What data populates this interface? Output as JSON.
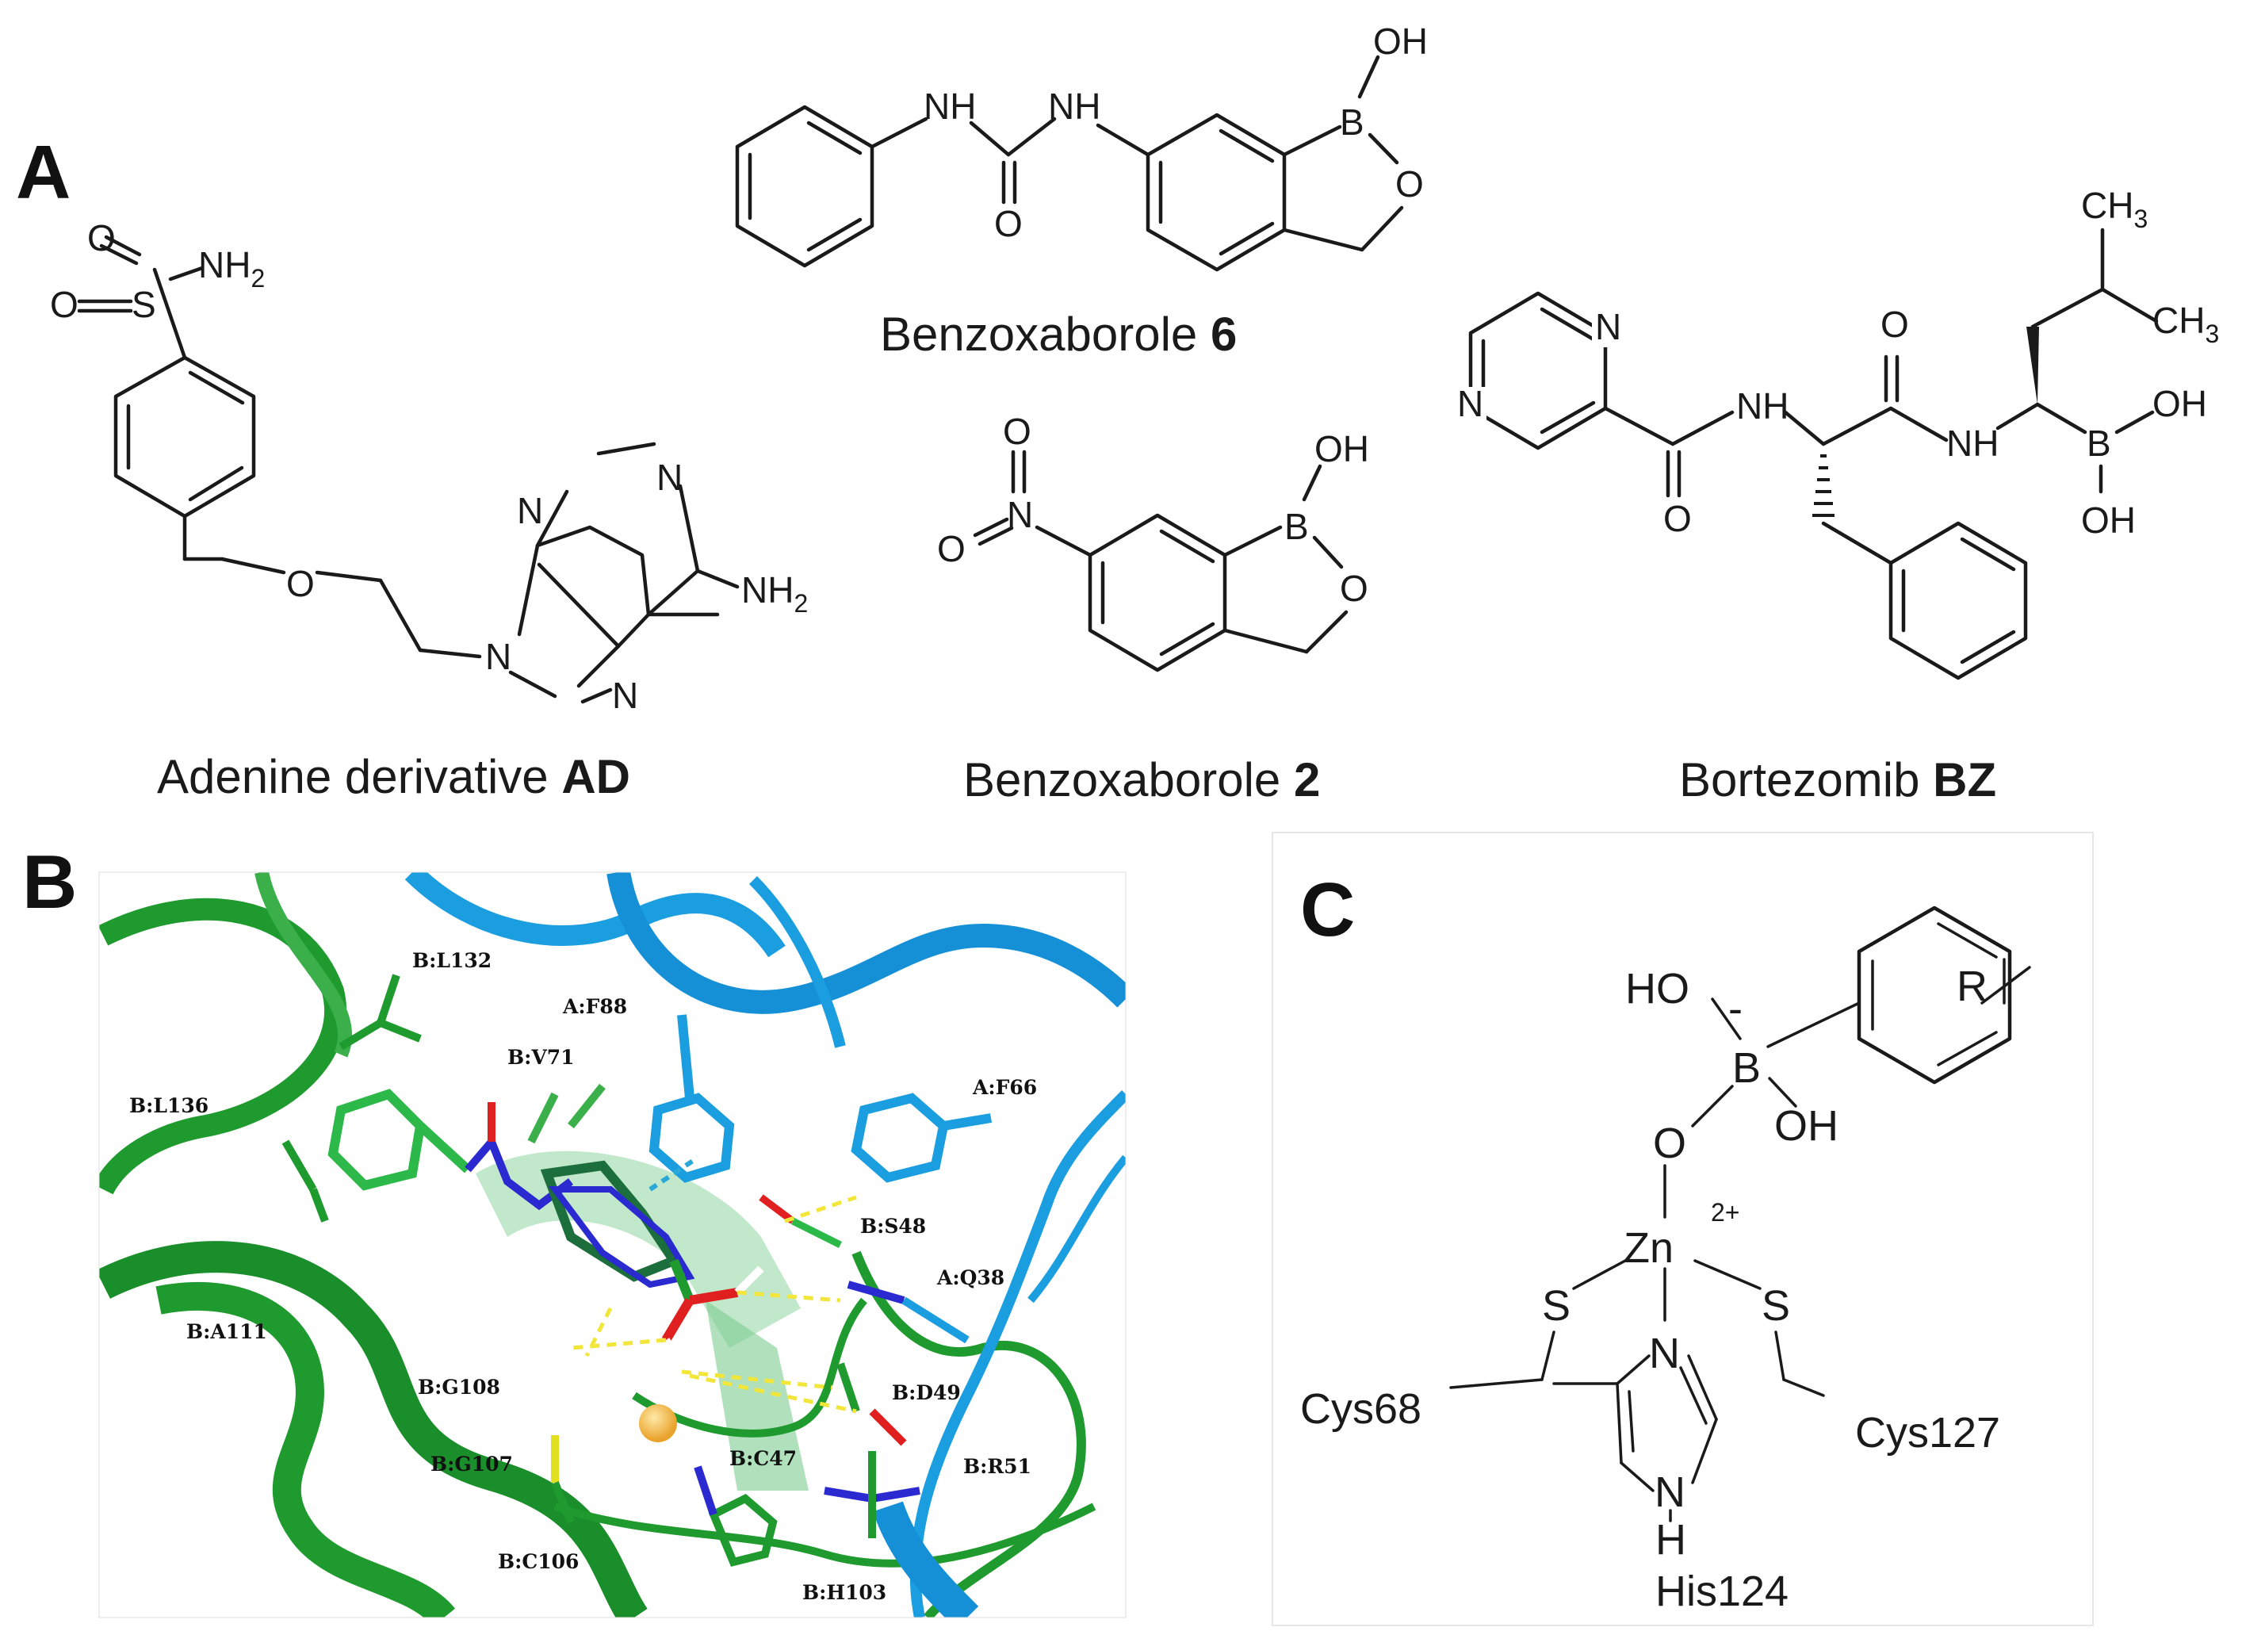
{
  "panels": {
    "a": {
      "letter": "A",
      "adenine": {
        "name": "Adenine derivative ",
        "code": "AD",
        "atoms": {
          "o1": "O",
          "o2": "O",
          "s": "S",
          "nh2": "NH",
          "h2": "2",
          "o_eth": "O",
          "n9": "N",
          "n7": "N",
          "n1": "N",
          "n3": "N",
          "nh2_b": "NH",
          "h2_b": "2"
        }
      },
      "benz6": {
        "name": "Benzoxaborole ",
        "code": "6",
        "atoms": {
          "nh1": "NH",
          "nh2": "NH",
          "o_carb": "O",
          "oh": "OH",
          "b": "B",
          "o_ring": "O"
        }
      },
      "benz2": {
        "name": "Benzoxaborole ",
        "code": "2",
        "atoms": {
          "o_nitro1": "O",
          "o_nitro2": "O",
          "n": "N",
          "oh": "OH",
          "b": "B",
          "o_ring": "O"
        }
      },
      "bortezomib": {
        "name": "Bortezomib ",
        "code": "BZ",
        "atoms": {
          "n_top": "N",
          "n_left": "N",
          "nh1": "NH",
          "nh2": "NH",
          "o1": "O",
          "o2": "O",
          "b": "B",
          "oh1": "OH",
          "oh2": "OH",
          "ch3a": "CH",
          "ch3a_sub": "3",
          "ch3b": "CH",
          "ch3b_sub": "3"
        }
      }
    },
    "b": {
      "letter": "B",
      "residues": [
        "B:L132",
        "A:F88",
        "B:V71",
        "B:L136",
        "A:F66",
        "B:S48",
        "A:Q38",
        "B:A111",
        "B:G108",
        "B:D49",
        "B:G107",
        "B:C47",
        "B:R51",
        "B:C106",
        "B:H103"
      ]
    },
    "c": {
      "letter": "C",
      "ho": "HO",
      "minus": "-",
      "r": "R",
      "b": "B",
      "oh": "OH",
      "o": "O",
      "zn": "Zn",
      "charge": "2+",
      "s_left": "S",
      "s_right": "S",
      "n_im": "N",
      "nh_im_n": "N",
      "nh_im_h": "H",
      "cys68": "Cys68",
      "cys127": "Cys127",
      "his124": "His124"
    }
  },
  "colors": {
    "green_chain": "#1f9a2e",
    "blue_chain": "#1a9ee0",
    "zinc": "#f4b840",
    "hbond": "#f2e63a",
    "oxygen": "#e02020",
    "nitrogen": "#2a2ad0"
  }
}
